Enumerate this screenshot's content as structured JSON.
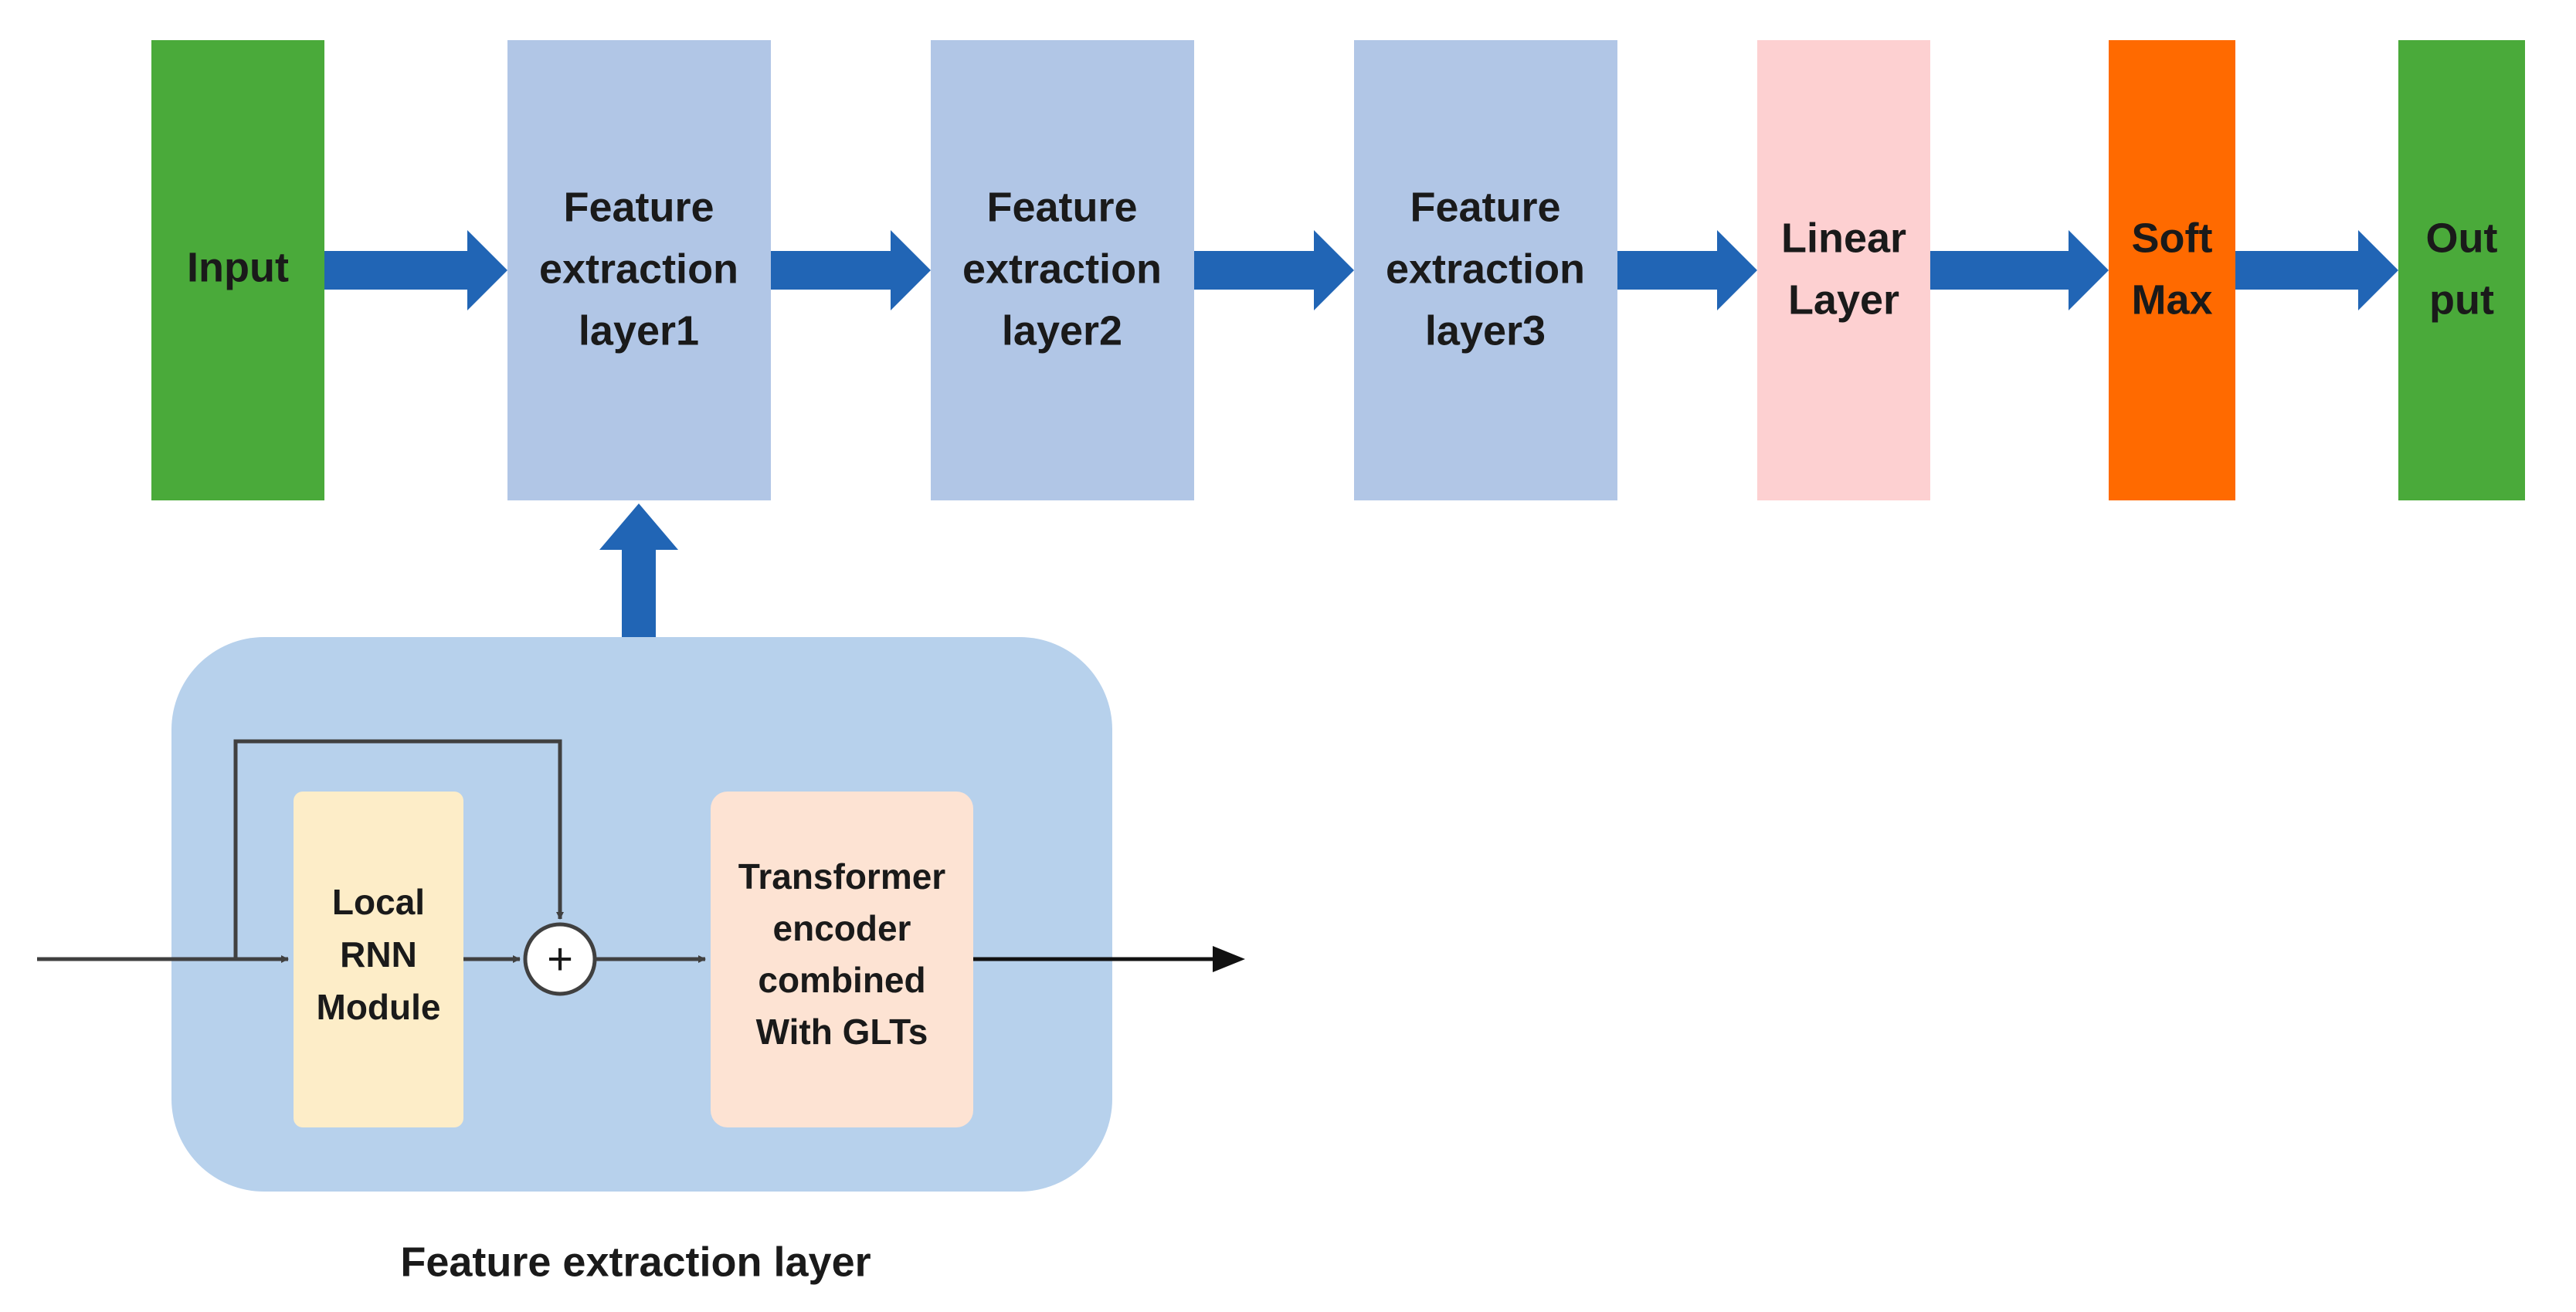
{
  "blocks": {
    "input": {
      "lines": [
        "Input"
      ],
      "color": "#4aaa3a"
    },
    "fe1": {
      "lines": [
        "Feature",
        "extraction",
        "layer1"
      ],
      "color": "#b1c6e6"
    },
    "fe2": {
      "lines": [
        "Feature",
        "extraction",
        "layer2"
      ],
      "color": "#b1c6e6"
    },
    "fe3": {
      "lines": [
        "Feature",
        "extraction",
        "layer3"
      ],
      "color": "#b1c6e6"
    },
    "linear": {
      "lines": [
        "Linear",
        "Layer"
      ],
      "color": "#fdd0d1"
    },
    "softmax": {
      "lines": [
        "Soft",
        "Max"
      ],
      "color": "#ff6a00"
    },
    "output": {
      "lines": [
        "Out",
        "put"
      ],
      "color": "#4aaa3a"
    }
  },
  "detail": {
    "container_color": "#b7d1ec",
    "rnn": {
      "lines": [
        "Local",
        "RNN",
        "Module"
      ],
      "color": "#fdedc8"
    },
    "transformer": {
      "lines": [
        "Transformer",
        "encoder",
        "combined",
        "With GLTs"
      ],
      "color": "#fde3d3"
    },
    "sum_symbol": "+"
  },
  "arrow_color": "#2165b5",
  "caption": "Feature extraction layer"
}
